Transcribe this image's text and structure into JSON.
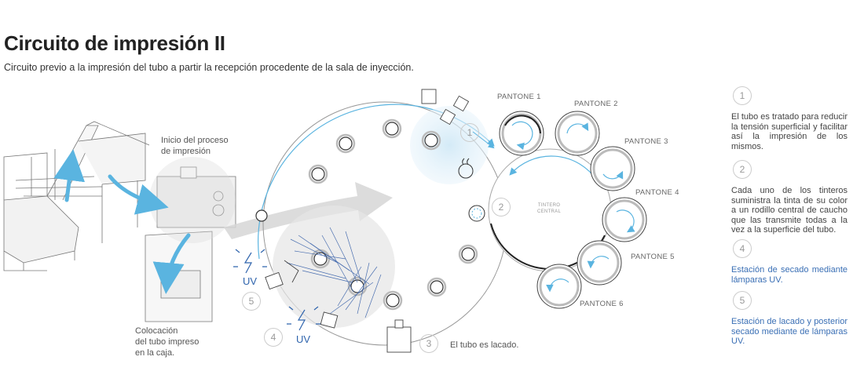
{
  "header": {
    "title": "Circuito de impresión II",
    "subtitle": "Circuito previo a la impresión del tubo a partir la recepción procedente de la sala de inyección."
  },
  "labels": {
    "inicio": "Inicio del proceso\nde impresión",
    "colocacion": "Colocación\ndel tubo impreso\nen la caja.",
    "lacado": "El tubo es lacado.",
    "tintero": "TINTERO\nCENTRAL"
  },
  "pantones": [
    "PANTONE 1",
    "PANTONE 2",
    "PANTONE 3",
    "PANTONE 4",
    "PANTONE 5",
    "PANTONE 6"
  ],
  "uv_label": "UV",
  "diagram_numbers": [
    "1",
    "2",
    "3",
    "4",
    "5"
  ],
  "legend": [
    {
      "number": "1",
      "text": "El tubo es tratado para reducir la tensión superficial y facilitar así la impresión de los mismos.",
      "highlight": false
    },
    {
      "number": "2",
      "text": "Cada uno de los tinteros suministra la tinta de su color a un rodillo central de caucho que las transmite todas a la vez a la superficie del tubo.",
      "highlight": false
    },
    {
      "number": "4",
      "text": "Estación de secado mediante lámparas UV.",
      "highlight": true
    },
    {
      "number": "5",
      "text": "Estación de lacado y posterior secado mediante de lámparas UV.",
      "highlight": true
    }
  ],
  "colors": {
    "accent": "#5ab4e0",
    "highlight_text": "#3a6fb5",
    "line": "#888888"
  }
}
